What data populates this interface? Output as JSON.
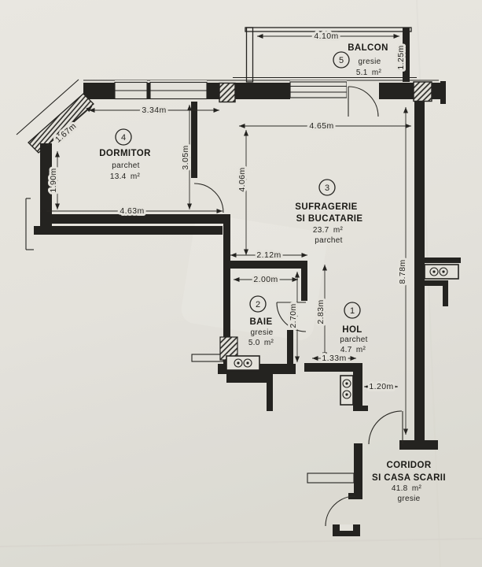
{
  "plan": {
    "document": "apartment-floor-plan",
    "rooms": {
      "balcon": {
        "number": "5",
        "name": "BALCON",
        "floor": "gresie",
        "area": "5.1 m²"
      },
      "dormitor": {
        "number": "4",
        "name": "DORMITOR",
        "floor": "parchet",
        "area": "13.4 m²"
      },
      "sufragerie": {
        "number": "3",
        "name_line1": "SUFRAGERIE",
        "name_line2": "SI BUCATARIE",
        "area": "23.7 m²",
        "floor": "parchet"
      },
      "baie": {
        "number": "2",
        "name": "BAIE",
        "floor": "gresie",
        "area": "5.0 m²"
      },
      "hol": {
        "number": "1",
        "name": "HOL",
        "floor": "parchet",
        "area": "4.7 m²"
      },
      "coridor": {
        "name_line1": "CORIDOR",
        "name_line2": "SI CASA SCARII",
        "area": "41.8 m²",
        "floor": "gresie"
      }
    },
    "dimensions": {
      "balcon_width": "4.10m",
      "balcon_depth": "1.25m",
      "dormitor_window_wall": "3.34m",
      "dormitor_diagonal_wall": "1.67m",
      "dormitor_left_wall": "1.90m",
      "dormitor_depth": "3.05m",
      "dormitor_width": "4.63m",
      "sufragerie_width": "4.65m",
      "sufragerie_depth": "4.06m",
      "sufragerie_opening": "2.12m",
      "baie_width": "2.00m",
      "baie_depth": "2.70m",
      "hol_depth": "2.83m",
      "hol_opening": "1.33m",
      "corridor_passage": "1.20m",
      "east_wall": "8.78m"
    },
    "colors": {
      "paper": "#e9e7e1",
      "ink": "#23221f"
    }
  }
}
